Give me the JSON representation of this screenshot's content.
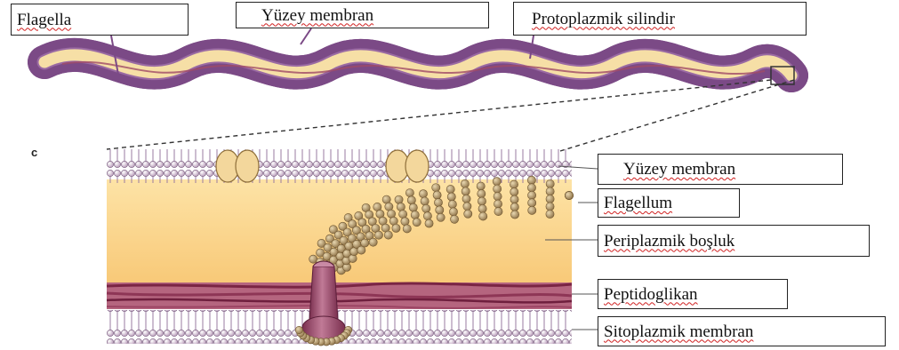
{
  "labels": {
    "flagella": "Flagella",
    "surface_membrane_top": "Yüzey membran",
    "protoplasmic_cylinder": "Protoplazmik  silindir",
    "surface_membrane": "Yüzey membran",
    "flagellum": "Flagellum",
    "periplasmic_space": "Periplazmik boşluk",
    "peptidoglycan": "Peptidoglikan",
    "cytoplasmic_membrane": "Sitoplazmik  membran"
  },
  "panel_letter": "c",
  "colors": {
    "outer_sheath": "#c9a2cf",
    "outer_sheath_edge": "#7b4a86",
    "inner_cylinder": "#f6dfa6",
    "axial_filament": "#a04a66",
    "periplasm": "#fbd58a",
    "peptidoglycan": "#8e3656",
    "membrane_head": "#e9ddea",
    "bead": "#b49664",
    "motor": "#9c4a6a",
    "spelling_underline": "#d02020"
  }
}
